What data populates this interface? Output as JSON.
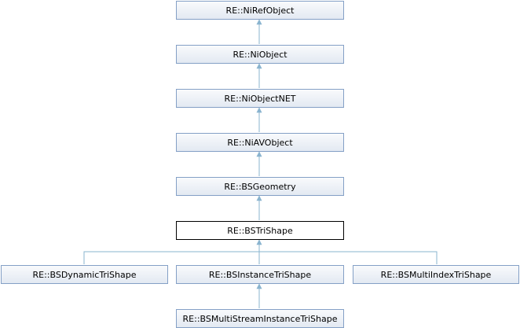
{
  "nodes": {
    "ni_ref_object": "RE::NiRefObject",
    "ni_object": "RE::NiObject",
    "ni_object_net": "RE::NiObjectNET",
    "ni_av_object": "RE::NiAVObject",
    "bs_geometry": "RE::BSGeometry",
    "bs_tri_shape": "RE::BSTriShape",
    "bs_dynamic_tri_shape": "RE::BSDynamicTriShape",
    "bs_instance_tri_shape": "RE::BSInstanceTriShape",
    "bs_multi_index_tri_shape": "RE::BSMultiIndexTriShape",
    "bs_multi_stream_instance_tri_shape": "RE::BSMultiStreamInstanceTriShape"
  },
  "colors": {
    "edge": "#8ab4cf",
    "node_border": "#84a0c6",
    "current_border": "#000000"
  }
}
